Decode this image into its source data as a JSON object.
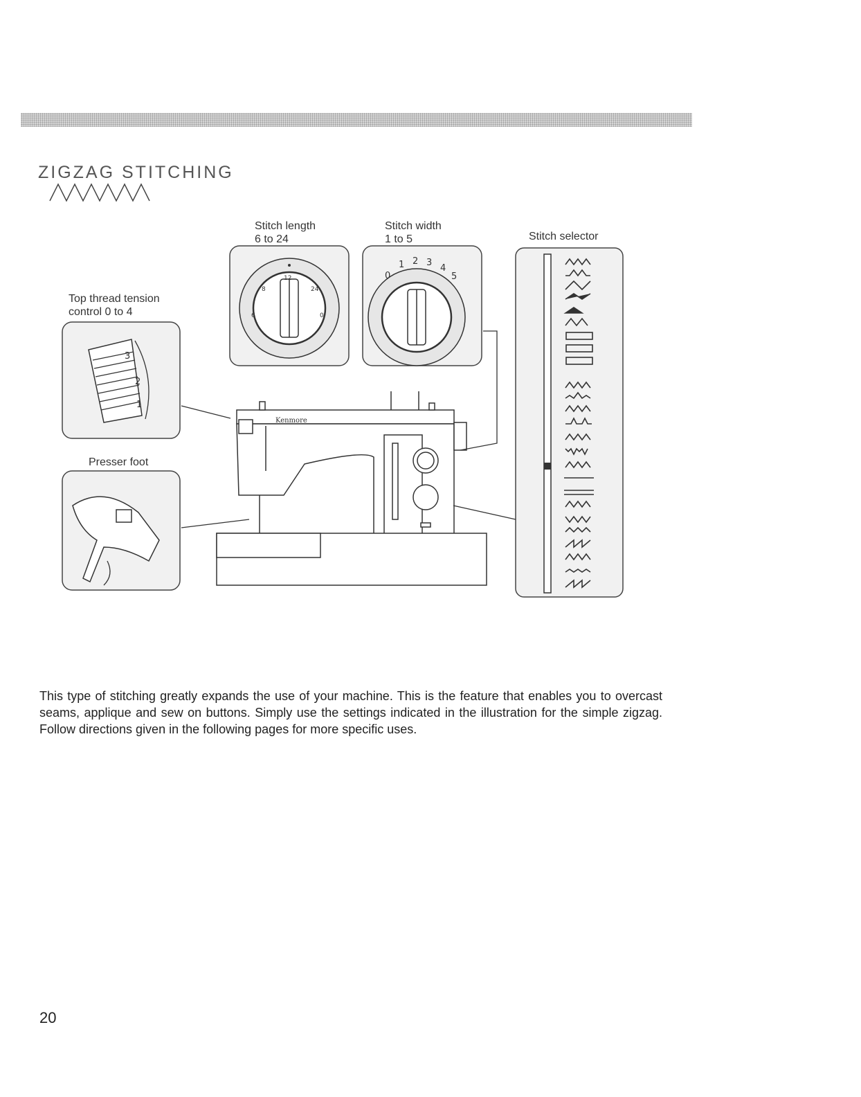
{
  "header": {
    "title": "ZIGZAG STITCHING"
  },
  "illustration": {
    "stitch_length": {
      "label_line1": "Stitch length",
      "label_line2": "6 to 24"
    },
    "stitch_width": {
      "label_line1": "Stitch width",
      "label_line2": "1 to 5"
    },
    "stitch_selector": {
      "label": "Stitch selector"
    },
    "tension": {
      "label_line1": "Top thread tension",
      "label_line2": "control 0 to 4"
    },
    "presser_foot": {
      "label": "Presser foot"
    },
    "length_dial_marks": [
      "6",
      "8",
      "12",
      "24",
      "0"
    ],
    "width_dial_marks": [
      "0",
      "1",
      "2",
      "3",
      "4",
      "5"
    ],
    "tension_marks": [
      "3",
      "2",
      "1"
    ],
    "brand": "Kenmore"
  },
  "body": {
    "paragraph": "This type of stitching greatly expands the use of your machine. This is the feature that enables you to overcast seams, applique and sew on buttons. Simply use the settings indicated in the illustration for the simple zigzag. Follow directions given in the following pages for more specific uses."
  },
  "footer": {
    "page_number": "20"
  }
}
